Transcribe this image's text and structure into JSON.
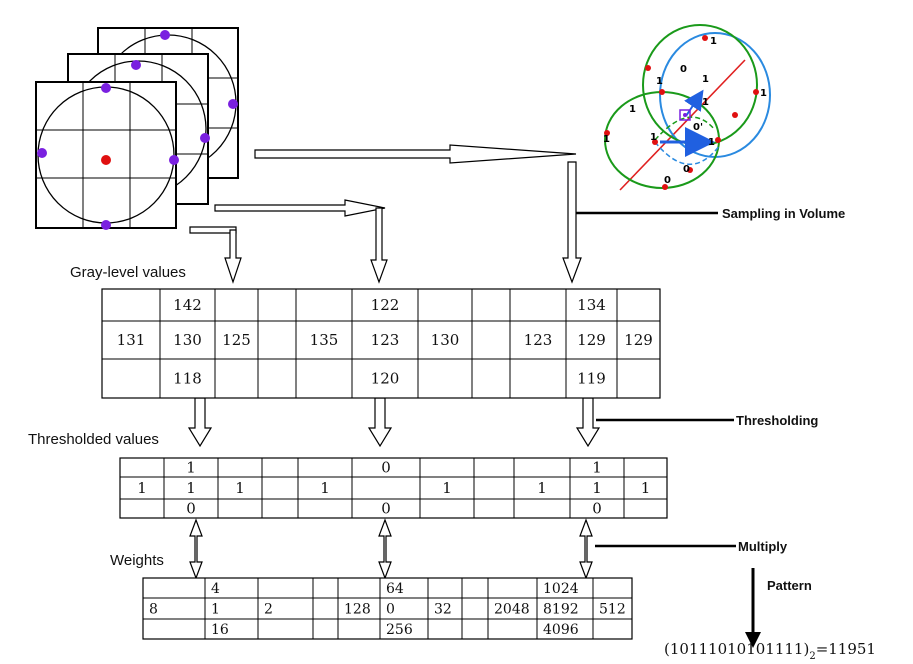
{
  "labels": {
    "gray_level": "Gray-level values",
    "thresholded": "Thresholded  values",
    "weights": "Weights",
    "sampling": "Sampling in Volume",
    "thresholding": "Thresholding",
    "multiply": "Multiply",
    "pattern": "Pattern"
  },
  "formula": {
    "bits": "(10111010101111)",
    "subscript": "2",
    "result": "=11951"
  },
  "gray_values": [
    {
      "top": "142",
      "left": "131",
      "center": "130",
      "right": "125",
      "bottom": "118"
    },
    {
      "top": "122",
      "left": "135",
      "center": "123",
      "right": "130",
      "bottom": "120"
    },
    {
      "top": "134",
      "left": "123",
      "center": "129",
      "right": "129",
      "bottom": "119"
    }
  ],
  "thresholded_values": [
    {
      "top": "1",
      "left": "1",
      "center": "1",
      "right": "1",
      "bottom": "0"
    },
    {
      "top": "0",
      "left": "1",
      "center": "",
      "right": "1",
      "bottom": "0"
    },
    {
      "top": "1",
      "left": "1",
      "center": "1",
      "right": "1",
      "bottom": "0"
    }
  ],
  "weights": [
    {
      "top": "4",
      "left": "8",
      "center": "1",
      "right": "2",
      "bottom": "16"
    },
    {
      "top": "64",
      "left": "128",
      "center": "0",
      "right": "32",
      "bottom": "256"
    },
    {
      "top": "1024",
      "left": "2048",
      "center": "8192",
      "right": "512",
      "bottom": "4096"
    }
  ],
  "sphere_bits": [
    "1",
    "0",
    "1",
    "1",
    "1",
    "1",
    "1",
    "1",
    "0'",
    "1",
    "1",
    "0",
    "0"
  ],
  "colors": {
    "sample_point": "#7a20e0",
    "center_point": "#e01010",
    "green_circle": "#1a9a1a",
    "blue_circle": "#2a8ae0",
    "red_axis": "#e02020",
    "arrow_blue": "#2060e0"
  }
}
